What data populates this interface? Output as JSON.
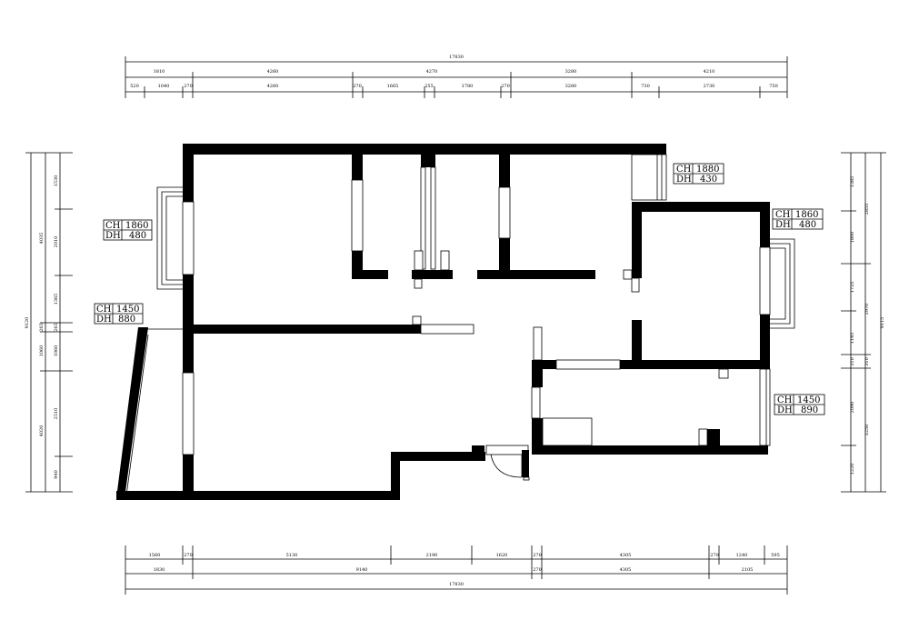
{
  "dimensions": {
    "top_total": "17830",
    "top_row1": [
      "1810",
      "4260",
      "4270",
      "3280",
      "4210"
    ],
    "top_row2": [
      "520",
      "1040",
      "270",
      "4260",
      "270",
      "1665",
      "255",
      "1780",
      "270",
      "3280",
      "730",
      "2730",
      "750"
    ],
    "bottom_row1": [
      "1560",
      "270",
      "5130",
      "2190",
      "1620",
      "270",
      "4305",
      "270",
      "1240",
      "595"
    ],
    "bottom_row2": [
      "1830",
      "9140",
      "270",
      "4305",
      "2105"
    ],
    "bottom_total": "17830",
    "left_total": "9120",
    "left_row1": [
      "4035",
      "265",
      "1060",
      "4020"
    ],
    "left_row2": [
      "1530",
      "2010",
      "1365",
      "265",
      "1060",
      "2510",
      "940"
    ],
    "right_total": "9115",
    "right_row1": [
      "2855",
      "2970",
      "310",
      "3250"
    ],
    "right_row2": [
      "1385",
      "1800",
      "1725",
      "1145",
      "310",
      "2090",
      "1220"
    ]
  },
  "window_tags": [
    {
      "ch_label": "CH",
      "ch_value": "1880",
      "dh_label": "DH",
      "dh_value": "430"
    },
    {
      "ch_label": "CH",
      "ch_value": "1860",
      "dh_label": "DH",
      "dh_value": "480"
    },
    {
      "ch_label": "CH",
      "ch_value": "1860",
      "dh_label": "DH",
      "dh_value": "480"
    },
    {
      "ch_label": "CH",
      "ch_value": "1450",
      "dh_label": "DH",
      "dh_value": "880"
    },
    {
      "ch_label": "CH",
      "ch_value": "1450",
      "dh_label": "DH",
      "dh_value": "890"
    }
  ]
}
